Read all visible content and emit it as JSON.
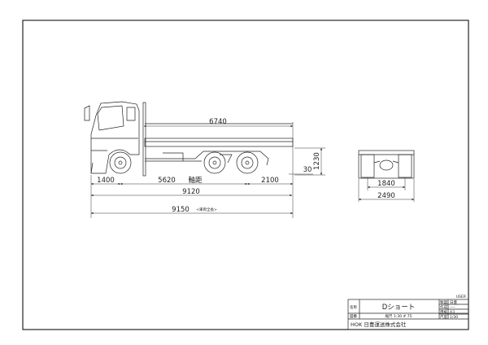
{
  "dimensions": {
    "deck_length": "6740",
    "front_overhang": "1400",
    "wheelbase": "5620",
    "wheelbase_label": "軸距",
    "rear_overhang": "2100",
    "body_length": "9120",
    "overall_length": "9150",
    "overall_length_label": "<車両全長>",
    "deck_height": "1230",
    "gap": "30",
    "track_width": "1840",
    "overall_width": "2490"
  },
  "title_block": {
    "user_label": "USER",
    "name_label": "名称",
    "name_value": "Dショート",
    "drawing_no_label": "図番",
    "scale_text": "縮尺 1:30 # 75",
    "company": "HOK  日豊運送株式会社",
    "rows": [
      {
        "label": "製図",
        "value": "日豊"
      },
      {
        "label": "作成",
        "value": "----"
      },
      {
        "label": "用紙",
        "value": "A3"
      },
      {
        "label": "尺度",
        "value": "1/30"
      }
    ]
  }
}
